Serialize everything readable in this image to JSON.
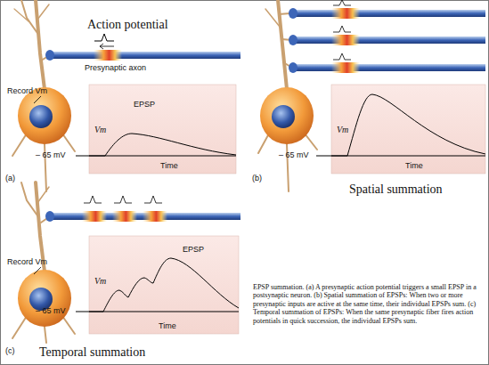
{
  "diagram": {
    "caption": "EPSP summation. (a) A presynaptic action potential triggers a small EPSP in a postsynaptic neuron. (b) Spatial summation of EPSPs: When two or more presynaptic inputs are active at the same time, their individual EPSPs sum. (c) Temporal summation of EPSPs: When the same presynaptic fiber fires action potentials in quick succession, the individual EPSPs sum.",
    "labels": [
      "Action potential",
      "Presynaptic axon",
      "Record Vm",
      "EPSP",
      "Vm",
      "– 65 mV",
      "Time",
      "(a)",
      "Vm",
      "– 65 mV",
      "Time",
      "(b)",
      "Spatial summation",
      "Record Vm",
      "EPSP",
      "Vm",
      "– 65 mV",
      "Time",
      "(c)",
      "Temporal summation"
    ]
  }
}
